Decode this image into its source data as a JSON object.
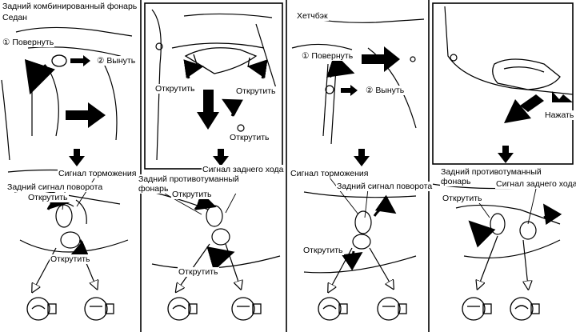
{
  "panels": [
    {
      "title_line1": "Задний комбинированный фонарь",
      "title_line2": "Седан",
      "step_turn": "① Повернуть",
      "step_remove": "② Вынуть",
      "label_brake": "Сигнал торможения",
      "label_turn_signal": "Задний сигнал поворота",
      "label_unscrew_a": "Открутить",
      "label_unscrew_b": "Открутить"
    },
    {
      "label_unscrew_left": "Открутить",
      "label_unscrew_right": "Открутить",
      "label_unscrew_mid": "Открутить",
      "label_fog": "Задний противотуманный фонарь",
      "label_reverse": "Сигнал заднего хода",
      "label_unscrew_a": "Открутить",
      "label_unscrew_b": "Открутить"
    },
    {
      "title": "Хетчбэк",
      "step_turn": "① Повернуть",
      "step_remove": "② Вынуть",
      "label_brake": "Сигнал торможения",
      "label_turn_signal": "Задний сигнал поворота",
      "label_unscrew": "Открутить"
    },
    {
      "label_press": "Нажать",
      "label_fog": "Задний противотуманный фонарь",
      "label_unscrew": "Открутить",
      "label_reverse": "Сигнал заднего хода"
    }
  ]
}
